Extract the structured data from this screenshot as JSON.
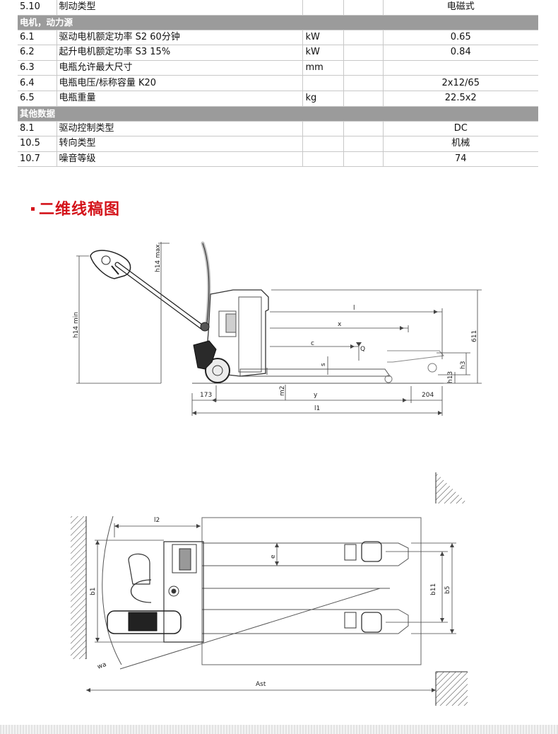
{
  "table": {
    "rows": [
      {
        "kind": "row",
        "code": "5.10",
        "label": "制动类型",
        "unit": "",
        "value": "电磁式"
      },
      {
        "kind": "section",
        "title": "电机，动力源"
      },
      {
        "kind": "row",
        "code": "6.1",
        "label": "驱动电机额定功率 S2 60分钟",
        "unit": "kW",
        "value": "0.65"
      },
      {
        "kind": "row",
        "code": "6.2",
        "label": "起升电机额定功率 S3 15%",
        "unit": "kW",
        "value": "0.84"
      },
      {
        "kind": "row",
        "code": "6.3",
        "label": "电瓶允许最大尺寸",
        "unit": "mm",
        "value": ""
      },
      {
        "kind": "row",
        "code": "6.4",
        "label": "电瓶电压/标称容量 K20",
        "unit": "",
        "value": "2x12/65"
      },
      {
        "kind": "row",
        "code": "6.5",
        "label": "电瓶重量",
        "unit": "kg",
        "value": "22.5x2"
      },
      {
        "kind": "section",
        "title": "其他数据"
      },
      {
        "kind": "row",
        "code": "8.1",
        "label": "驱动控制类型",
        "unit": "",
        "value": "DC"
      },
      {
        "kind": "row",
        "code": "10.5",
        "label": "转向类型",
        "unit": "",
        "value": "机械"
      },
      {
        "kind": "row",
        "code": "10.7",
        "label": "噪音等级",
        "unit": "",
        "value": "74"
      }
    ]
  },
  "heading": "二维线稿图",
  "side_view_labels": {
    "h14max": "h14 max",
    "h14min": "h14 min",
    "l": "l",
    "x": "x",
    "c": "c",
    "Q": "Q",
    "s": "s",
    "h3": "h3",
    "h13": "h13",
    "v611": "611",
    "m2": "m2",
    "y": "y",
    "v173": "173",
    "v204": "204",
    "l1": "l1"
  },
  "top_view_labels": {
    "l2": "l2",
    "e": "e",
    "b1": "b1",
    "b11": "b11",
    "b5": "b5",
    "wa": "wa",
    "Ast": "Ast"
  }
}
